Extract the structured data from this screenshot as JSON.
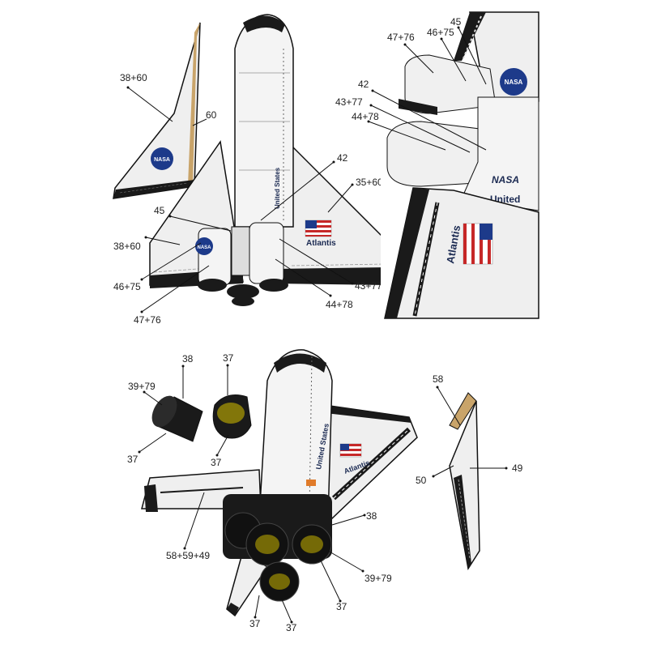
{
  "colors": {
    "hull": "#f4f4f4",
    "hull_shade": "#dcdcdc",
    "tiles_black": "#1a1a1a",
    "tan_edge": "#c9a46a",
    "nasa_blue": "#1d3a8a",
    "flag_red": "#c62828",
    "engine_glow": "#c8b400",
    "label_text": "#222222"
  },
  "markings": {
    "nasa": "NASA",
    "name": "Atlantis",
    "country": "United States",
    "country_short": "United"
  },
  "labels": {
    "tl_38_60": "38+60",
    "tl_60": "60",
    "tl_42": "42",
    "tl_35_60": "35+60",
    "tl_45": "45",
    "tl_38_60_b": "38+60",
    "tl_46_75": "46+75",
    "tl_47_76": "47+76",
    "tl_43_77": "43+77",
    "tl_44_78": "44+78",
    "tr_45": "45",
    "tr_47_76": "47+76",
    "tr_46_75": "46+75",
    "tr_42": "42",
    "tr_43_77": "43+77",
    "tr_44_78": "44+78",
    "b_38": "38",
    "b_37_top": "37",
    "b_39_79": "39+79",
    "b_37_l": "37",
    "b_37_m": "37",
    "b_58": "58",
    "b_50": "50",
    "b_49": "49",
    "b_38_r": "38",
    "b_58_59_49": "58+59+49",
    "b_39_79_r": "39+79",
    "b_37_r": "37",
    "b_37_bl": "37",
    "b_37_bm": "37"
  }
}
